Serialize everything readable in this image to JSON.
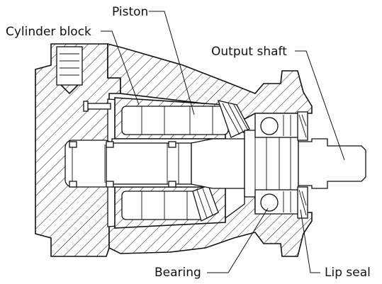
{
  "labels": {
    "piston": "Piston",
    "cylinder_block": "Cylinder block",
    "output_shaft": "Output shaft",
    "bearing": "Bearing",
    "lip_seal": "Lip seal"
  },
  "colors": {
    "line": "#111111",
    "background": "#ffffff"
  }
}
